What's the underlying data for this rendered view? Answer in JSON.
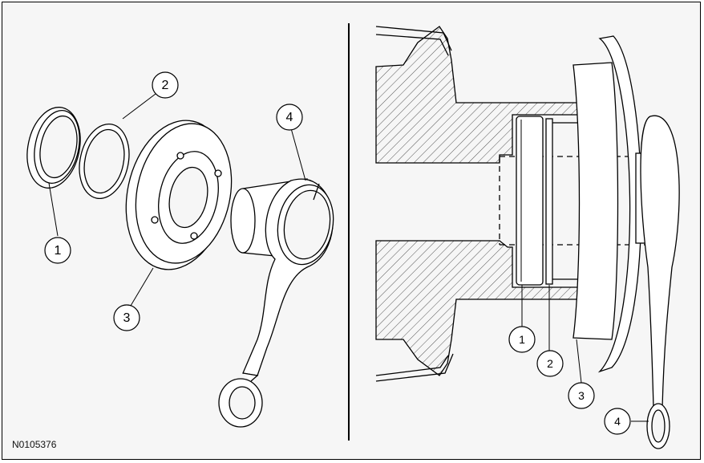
{
  "figure": {
    "reference_code": "N0105376"
  },
  "exploded_view": {
    "callouts": [
      {
        "id": "ev-1",
        "label": "1"
      },
      {
        "id": "ev-2",
        "label": "2"
      },
      {
        "id": "ev-3",
        "label": "3"
      },
      {
        "id": "ev-4",
        "label": "4"
      }
    ]
  },
  "section_view": {
    "callouts": [
      {
        "id": "sv-1",
        "label": "1"
      },
      {
        "id": "sv-2",
        "label": "2"
      },
      {
        "id": "sv-3",
        "label": "3"
      },
      {
        "id": "sv-4",
        "label": "4"
      }
    ]
  },
  "colors": {
    "background": "#f6f6f6",
    "line": "#000000",
    "hatch": "#555555"
  }
}
